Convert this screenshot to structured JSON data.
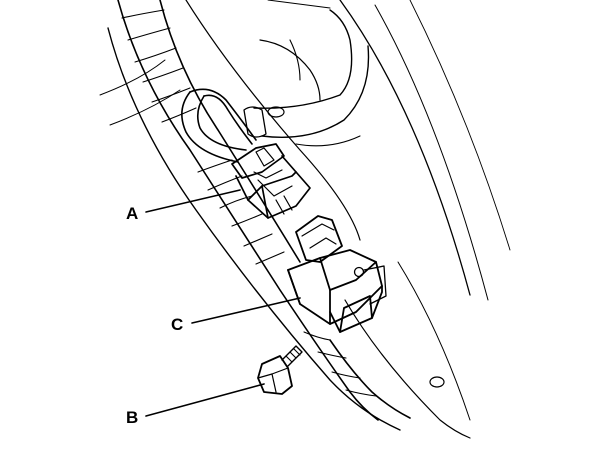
{
  "callouts": [
    {
      "id": "A",
      "label": "A"
    },
    {
      "id": "B",
      "label": "B"
    },
    {
      "id": "C",
      "label": "C"
    }
  ],
  "style": {
    "line_color": "#000000",
    "background": "#ffffff"
  }
}
